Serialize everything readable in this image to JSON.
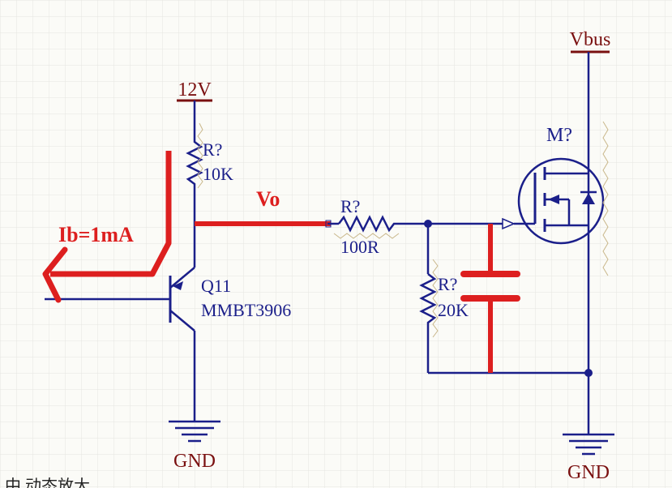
{
  "colors": {
    "wire": "#1b1f8a",
    "power_label": "#7a1010",
    "highlight": "#dd1f1f",
    "grid": "#e6e6e0",
    "background": "#fbfbf7",
    "text": "#1b1f8a"
  },
  "power": {
    "v12": "12V",
    "vbus": "Vbus",
    "gnd_left": "GND",
    "gnd_right": "GND"
  },
  "components": {
    "r_pullup": {
      "designator": "R?",
      "value": "10K"
    },
    "r_gate": {
      "designator": "R?",
      "value": "100R"
    },
    "r_pulldown": {
      "designator": "R?",
      "value": "20K"
    },
    "transistor": {
      "designator": "Q11",
      "part": "MMBT3906"
    },
    "mosfet": {
      "designator": "M?"
    }
  },
  "annotations": {
    "vo": "Vo",
    "ib": "Ib=1mA"
  },
  "cropped_footer_text": "中   动态放大"
}
